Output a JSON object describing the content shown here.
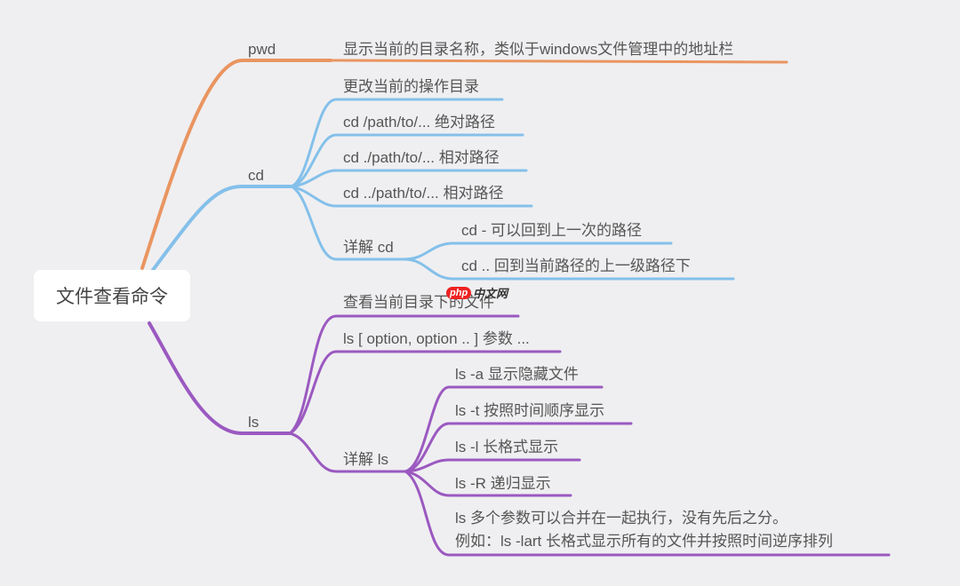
{
  "root": {
    "label": "文件查看命令"
  },
  "colors": {
    "pwd": "#e99561",
    "cd": "#84c0ea",
    "ls": "#9b59c0",
    "text": "#555555",
    "background": "#efeff1"
  },
  "branches": {
    "pwd": {
      "label": "pwd",
      "children": [
        "显示当前的目录名称，类似于windows文件管理中的地址栏"
      ]
    },
    "cd": {
      "label": "cd",
      "children": [
        "更改当前的操作目录",
        "cd /path/to/... 绝对路径",
        "cd ./path/to/... 相对路径",
        "cd ../path/to/... 相对路径"
      ],
      "detail": {
        "label": "详解 cd",
        "children": [
          "cd - 可以回到上一次的路径",
          "cd .. 回到当前路径的上一级路径下"
        ]
      }
    },
    "ls": {
      "label": "ls",
      "children": [
        "查看当前目录下的文件",
        "ls [ option, option .. ] 参数 ..."
      ],
      "detail": {
        "label": "详解 ls",
        "children": [
          "ls -a 显示隐藏文件",
          "ls -t 按照时间顺序显示",
          "ls -l 长格式显示",
          "ls -R 递归显示",
          "ls 多个参数可以合并在一起执行，没有先后之分。",
          "例如：ls -lart 长格式显示所有的文件并按照时间逆序排列"
        ]
      }
    }
  },
  "watermark": {
    "php": "php",
    "cn": "中文网"
  }
}
